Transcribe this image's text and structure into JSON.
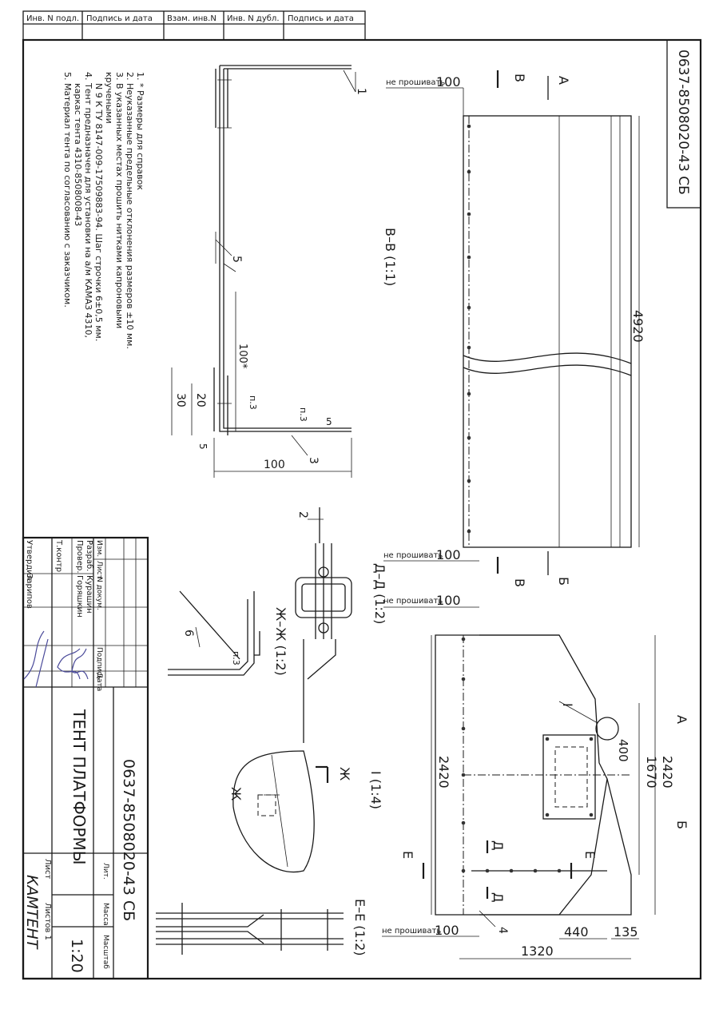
{
  "doc_number": "0637-8508020-43 СБ",
  "title": "ТЕНТ ПЛАТФОРМЫ",
  "company": "КАМТЕНТ",
  "scale": "1:20",
  "sheets_label": "Листов 1",
  "sheet_label": "Лист",
  "margin_strip": {
    "cells": [
      "Инв. N подл.",
      "Подпись и дата",
      "Взам. инв.N",
      "Инв. N дубл.",
      "Подпись и дата"
    ]
  },
  "title_block": {
    "header": [
      "Изм.",
      "Лист",
      "N докум.",
      "Подпись",
      "Дата"
    ],
    "rows": [
      {
        "role": "Разраб.",
        "name": "Курашин"
      },
      {
        "role": "Провер.",
        "name": "Горяшкин"
      },
      {
        "role": "Т.контр",
        "name": ""
      },
      {
        "role": "Утвердил",
        "name": "Зарипов"
      }
    ],
    "lit_label": "Лит.",
    "mass_label": "Масса",
    "scale_label": "Масштаб"
  },
  "notes": [
    "1. * Размеры для справок",
    "2. Неуказанные предельные отклонения размеров ±10 мм.",
    "3. В указанных местах прошить нитками капроновыми",
    "кручеными",
    "N 9 К ТУ 8147-009-17509883-94. Шаг строчки 6±0,5 мм.",
    "4. Тент предназначен для установки на а/м КАМАЗ 4310,",
    "каркас тента 4310-8508008-43",
    "5.   Материал тента по согласованию с заказчиком."
  ],
  "views": {
    "bb": "В–В (1:1)",
    "dd": "Д–Д (1:2)",
    "zhzh": "Ж–Ж (1:2)",
    "detail1": "I (1:4)",
    "ee": "Е–Е (1:2)"
  },
  "dims": {
    "d4920": "4920",
    "d2420a": "2420",
    "d2420b": "2420",
    "d1670": "1670",
    "d400": "400",
    "d1320": "1320",
    "d440": "440",
    "d135": "135",
    "d100a": "100",
    "d100b": "100",
    "d100c": "100",
    "d100d": "100",
    "d100bb": "100",
    "d100star": "100*",
    "d30": "30",
    "d20": "20",
    "d5a": "5",
    "d5b": "5"
  },
  "labels": {
    "no_stitch": "не прошивать",
    "p3": "п.3",
    "A": "А",
    "B": "Б",
    "V": "В",
    "D": "Д",
    "E": "Е",
    "Zh": "Ж",
    "I": "I",
    "lead1": "1",
    "lead2": "2",
    "lead3": "3",
    "lead4": "4",
    "lead5": "5",
    "lead6": "6"
  }
}
